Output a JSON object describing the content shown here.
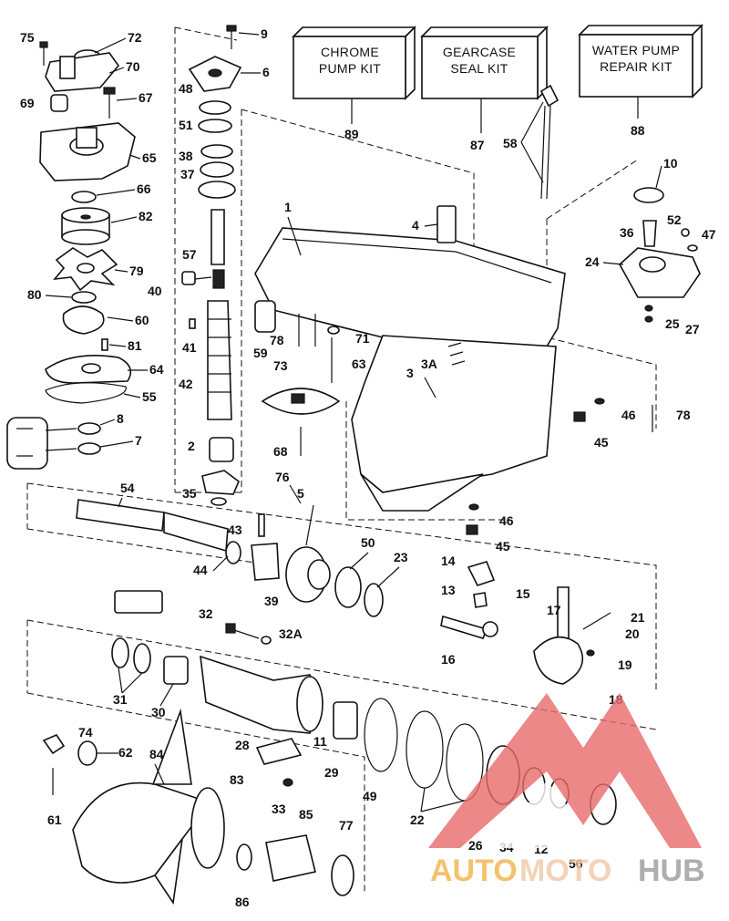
{
  "kits": {
    "chrome_pump": {
      "line1": "CHROME",
      "line2": "PUMP KIT",
      "number": "89"
    },
    "gearcase_seal": {
      "line1": "GEARCASE",
      "line2": "SEAL KIT",
      "number": "87"
    },
    "water_pump_repair": {
      "line1": "WATER PUMP",
      "line2": "REPAIR KIT",
      "number": "88"
    }
  },
  "callouts": {
    "n75": "75",
    "n72": "72",
    "n70": "70",
    "n69": "69",
    "n67": "67",
    "n65": "65",
    "n66": "66",
    "n82": "82",
    "n79": "79",
    "n80": "80",
    "n60": "60",
    "n81": "81",
    "n64": "64",
    "n55": "55",
    "n8": "8",
    "n7": "7",
    "n9": "9",
    "n6": "6",
    "n48": "48",
    "n51": "51",
    "n38": "38",
    "n37": "37",
    "n57": "57",
    "n40": "40",
    "n41": "41",
    "n42": "42",
    "n2": "2",
    "n35": "35",
    "n5": "5",
    "n1": "1",
    "n4": "4",
    "n58": "58",
    "n10": "10",
    "n36": "36",
    "n52": "52",
    "n47": "47",
    "n24": "24",
    "n25": "25",
    "n27": "27",
    "n59": "59",
    "n78a": "78",
    "n71": "71",
    "n73": "73",
    "n63": "63",
    "n3": "3",
    "n3A": "3A",
    "n46a": "46",
    "n78b": "78",
    "n45a": "45",
    "n68": "68",
    "n76": "76",
    "n46b": "46",
    "n45b": "45",
    "n54": "54",
    "n43": "43",
    "n44": "44",
    "n39": "39",
    "n50": "50",
    "n23": "23",
    "n14": "14",
    "n13": "13",
    "n15": "15",
    "n17": "17",
    "n21": "21",
    "n20": "20",
    "n19": "19",
    "n18": "18",
    "n16": "16",
    "n32": "32",
    "n32A": "32A",
    "n31": "31",
    "n30": "30",
    "n28": "28",
    "n11": "11",
    "n29": "29",
    "n49": "49",
    "n74": "74",
    "n62": "62",
    "n84": "84",
    "n61": "61",
    "n83": "83",
    "n33": "33",
    "n85": "85",
    "n86": "86",
    "n77": "77",
    "n22": "22",
    "n26": "26",
    "n34": "34",
    "n12": "12",
    "n56": "56"
  },
  "watermark": {
    "part1": "AUTO",
    "part2": "MOTO",
    "part3": "HUB"
  }
}
